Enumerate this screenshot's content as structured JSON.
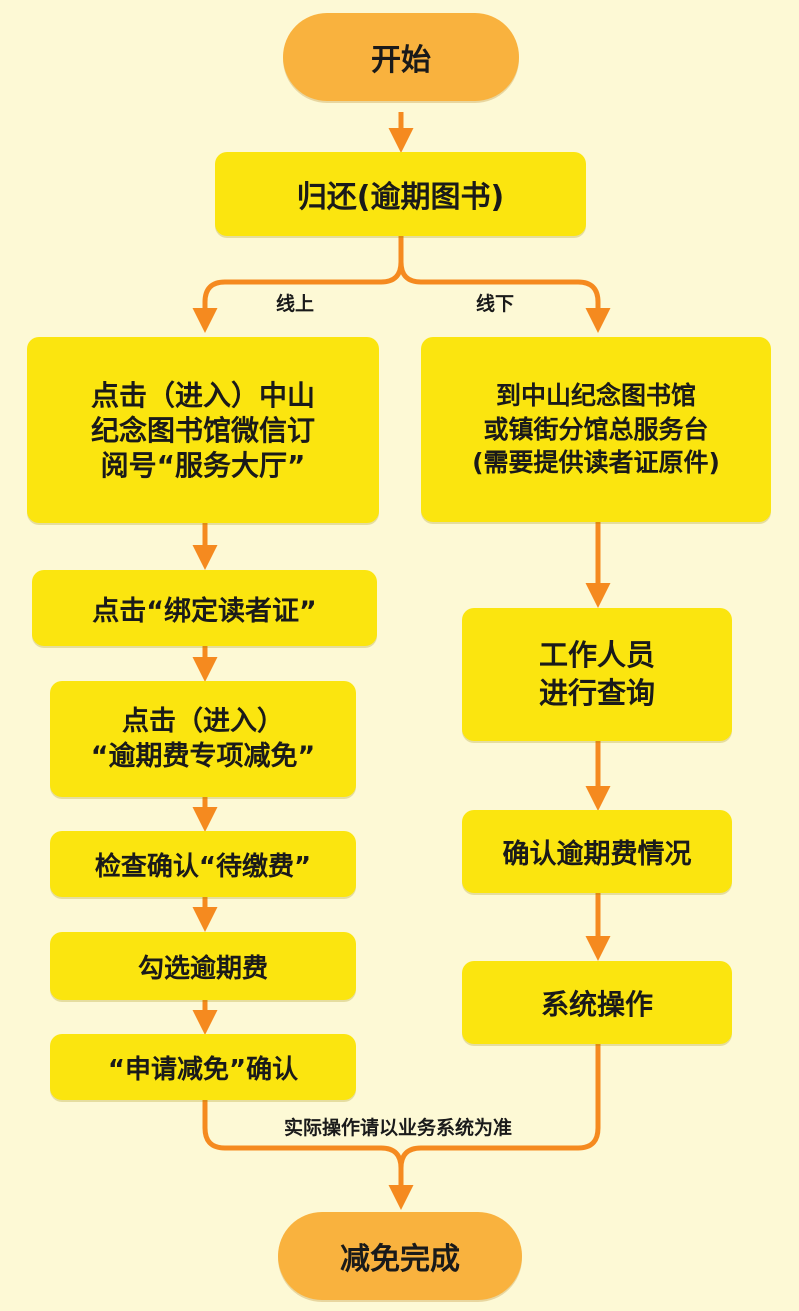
{
  "start": "开始",
  "return": "归还(逾期图书)",
  "branch_online": "线上",
  "branch_offline": "线下",
  "online_steps": [
    "点击（进入）中山\n纪念图书馆微信订\n阅号“服务大厅”",
    "点击“绑定读者证”",
    "点击（进入）\n“逾期费专项减免”",
    "检查确认“待缴费”",
    "勾选逾期费",
    "“申请减免”确认"
  ],
  "offline_steps": [
    "到中山纪念图书馆\n或镇街分馆总服务台\n(需要提供读者证原件)",
    "工作人员\n进行查询",
    "确认逾期费情况",
    "系统操作"
  ],
  "note": "实际操作请以业务系统为准",
  "end": "减免完成",
  "colors": {
    "background": "#fdf9d5",
    "box": "#fbe50f",
    "pill": "#f9b23e",
    "arrow": "#f58a1f",
    "text": "#1a1a1a"
  }
}
